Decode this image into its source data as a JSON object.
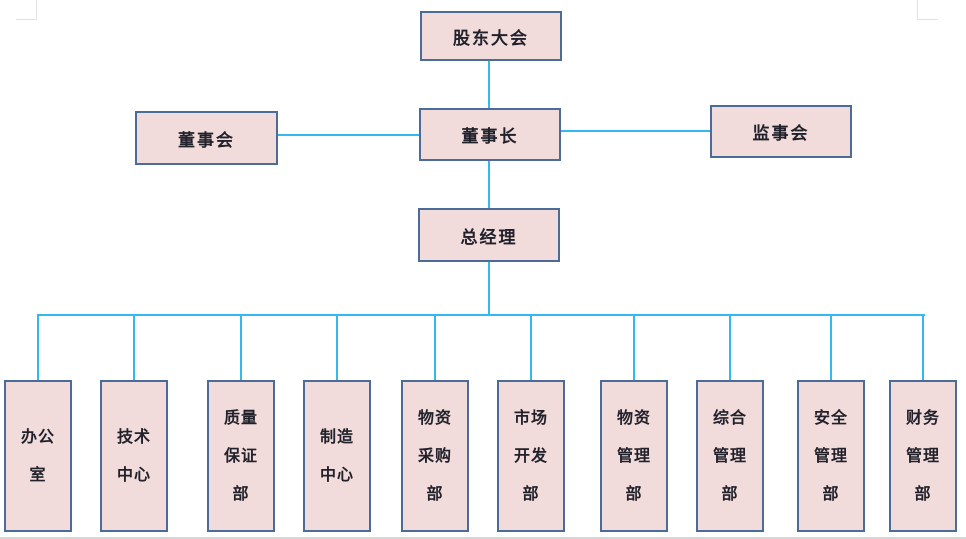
{
  "colors": {
    "box_fill": "#f2dcdb",
    "box_border": "#4a6c96",
    "connector": "#33b8ef",
    "text": "#21212b",
    "corner_mark": "#e2e2e2",
    "bottom_rule": "#d6d6d6"
  },
  "nodes": {
    "shareholders": {
      "label": "股东大会"
    },
    "board": {
      "label": "董事会"
    },
    "chairman": {
      "label": "董事长"
    },
    "supervisors": {
      "label": "监事会"
    },
    "general_manager": {
      "label": "总经理"
    }
  },
  "departments": [
    {
      "name": "办公室",
      "lines": [
        "办公",
        "室"
      ]
    },
    {
      "name": "技术中心",
      "lines": [
        "技术",
        "中心"
      ]
    },
    {
      "name": "质量保证部",
      "lines": [
        "质量",
        "保证",
        "部"
      ]
    },
    {
      "name": "制造中心",
      "lines": [
        "制造",
        "中心"
      ]
    },
    {
      "name": "物资采购部",
      "lines": [
        "物资",
        "采购",
        "部"
      ]
    },
    {
      "name": "市场开发部",
      "lines": [
        "市场",
        "开发",
        "部"
      ]
    },
    {
      "name": "物资管理部",
      "lines": [
        "物资",
        "管理",
        "部"
      ]
    },
    {
      "name": "综合管理部",
      "lines": [
        "综合",
        "管理",
        "部"
      ]
    },
    {
      "name": "安全管理部",
      "lines": [
        "安全",
        "管理",
        "部"
      ]
    },
    {
      "name": "财务管理部",
      "lines": [
        "财务",
        "管理",
        "部"
      ]
    }
  ]
}
